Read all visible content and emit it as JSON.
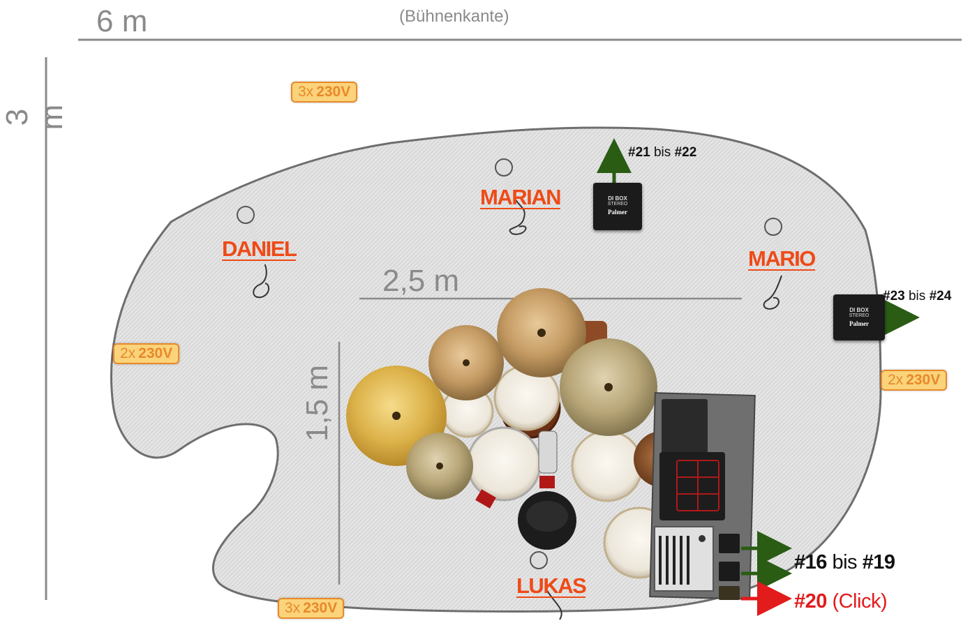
{
  "dimensions": {
    "width_label": "6 m",
    "height_label": "3 m",
    "inner_width_label": "2,5 m",
    "inner_height_label": "1,5 m",
    "stage_edge_label": "(Bühnenkante)"
  },
  "power_outlets": [
    {
      "count": "3x",
      "voltage": "230V"
    },
    {
      "count": "2x",
      "voltage": "230V"
    },
    {
      "count": "2x",
      "voltage": "230V"
    },
    {
      "count": "3x",
      "voltage": "230V"
    }
  ],
  "performers": [
    "MARIAN",
    "DANIEL",
    "MARIO",
    "LUKAS"
  ],
  "di_boxes": [
    {
      "label": "DI BOX",
      "sub": "STEREO",
      "brand": "Palmer"
    },
    {
      "label": "DI BOX",
      "sub": "STEREO",
      "brand": "Palmer"
    }
  ],
  "channels": {
    "marian_di": {
      "from": "#21",
      "mid": "bis",
      "to": "#22"
    },
    "mario_di": {
      "from": "#23",
      "mid": "bis",
      "to": "#24"
    },
    "keys": {
      "from": "#16",
      "mid": "bis",
      "to": "#19"
    },
    "click": {
      "from": "#20",
      "note": "(Click)"
    }
  },
  "colors": {
    "dimension_gray": "#8a8a8a",
    "name_orange": "#ef4a17",
    "power_fill": "#fbd37a",
    "power_border": "#e8892a",
    "arrow_green": "#2a5c14",
    "arrow_red": "#e21b1b",
    "carpet": "#e3e3e3"
  },
  "icons": [
    "microphone-icon",
    "di-box-icon",
    "drum-kit-icon",
    "sampling-pad-icon",
    "keyboard-icon",
    "arrow-icon"
  ]
}
